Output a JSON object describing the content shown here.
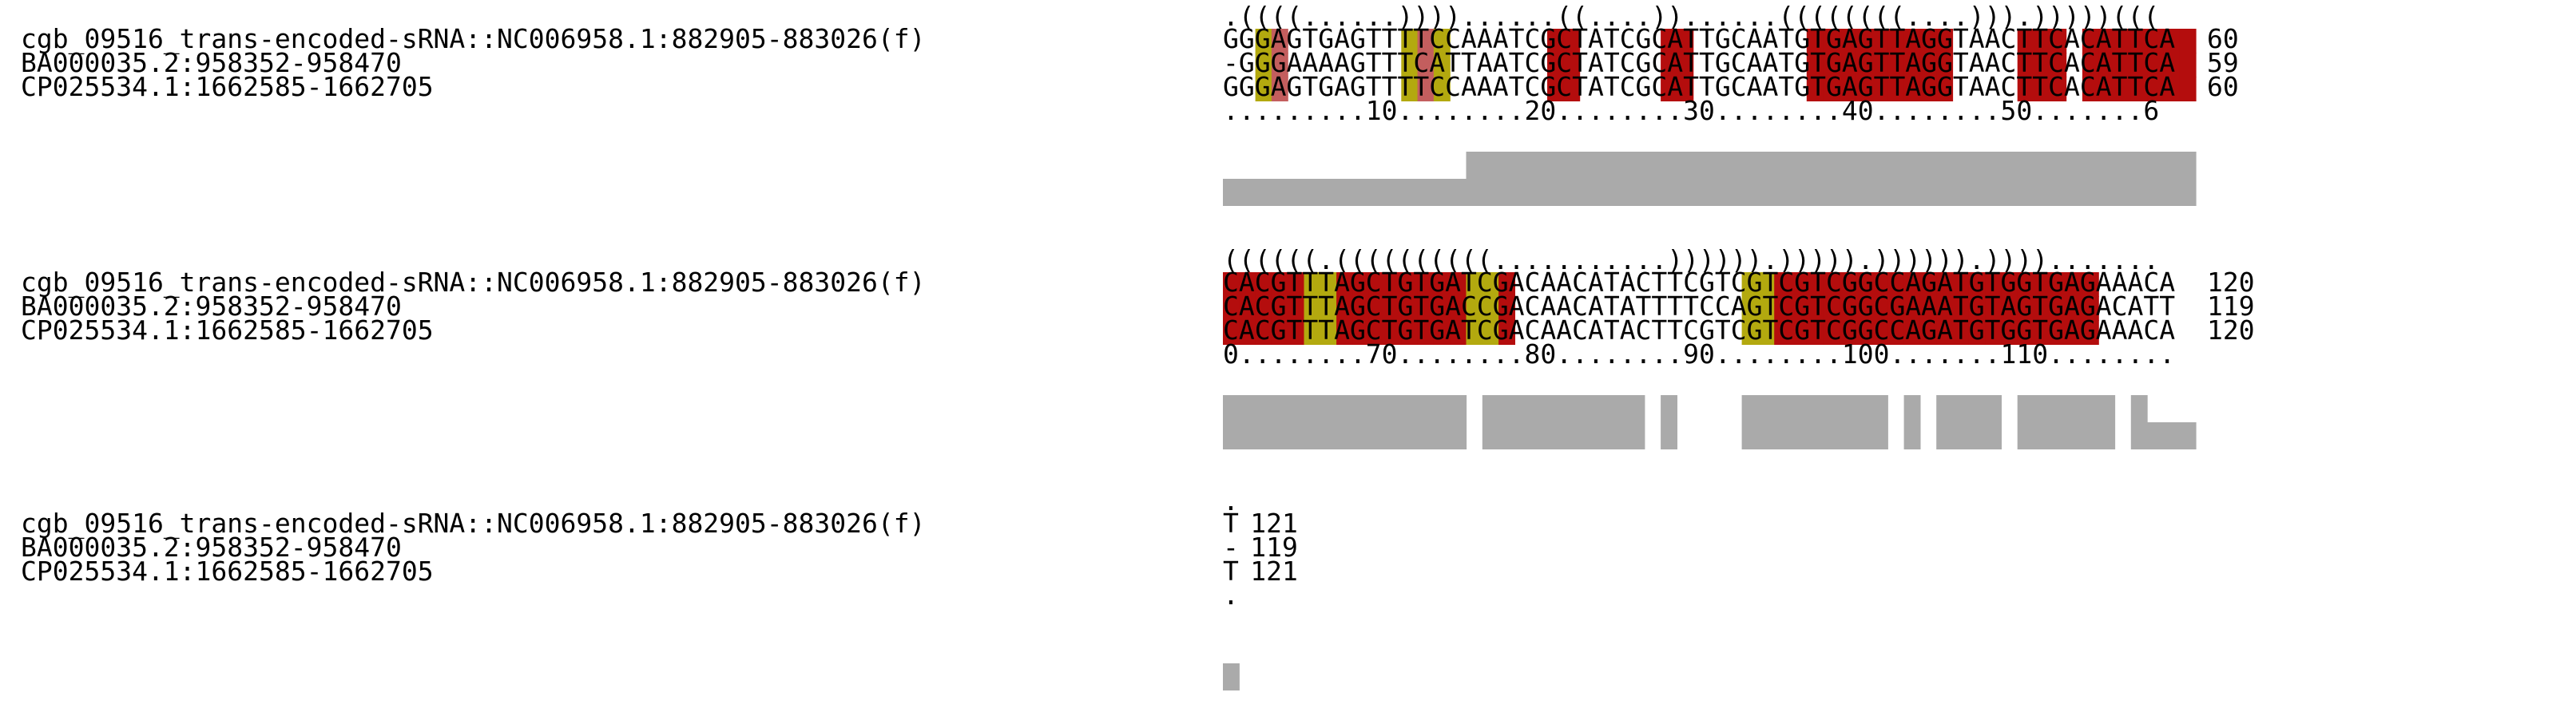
{
  "colors": {
    "paired_dark": "#b40d0d",
    "paired_mid": "#c35e5e",
    "paired_light": "#f0d0d0",
    "compat_dark": "#b3a90f",
    "compat_light": "#e1e8c8",
    "bar": "#aaaaaa",
    "text": "#000000"
  },
  "rows": {
    "names": [
      "cgb_09516_trans-encoded-sRNA::NC006958.1:882905-883026(f)",
      "BA000035.2:958352-958470",
      "CP025534.1:1662585-1662705"
    ]
  },
  "blocks": [
    {
      "structure": ".((((......))))......((....))......((((((((....))).)))))(((",
      "seqs": [
        "GGGAGTGAGTTTTCCAAATCGCTATCGCATTGCAATGTGAGTTAGGTAACTTCACATTCA",
        "-GGGAAAAGTTTCATTAATCGCTATCGCATTGCAATGTGAGTTAGGTAACTTCACATTCA",
        "GGGAGTGAGTTTTCCAAATCGCTATCGCATTGCAATGTGAGTTAGGTAACTTCACATTCA"
      ],
      "counts": [
        "60",
        "59",
        "60"
      ],
      "ruler": ".........10........20........30........40........50.......6",
      "colors": [
        "..lm.......cml......RR.....RR.......RRRRRRRRR....RRR.RRRRRRR",
        "..lm.......cml......RR.....RR.......RRRRRRRRR....RRR.RRRRRRR",
        "..lm.......cml......RR.....RR.......RRRRRRRRR....RRR.RRRRRRR"
      ],
      "conservation": [
        0.5,
        0.5,
        0.5,
        0.5,
        0.5,
        0.5,
        0.5,
        0.5,
        0.5,
        0.5,
        0.5,
        0.5,
        0.5,
        0.5,
        0.5,
        1,
        1,
        1,
        1,
        1,
        1,
        1,
        1,
        1,
        1,
        1,
        1,
        1,
        1,
        1,
        1,
        1,
        1,
        1,
        1,
        1,
        1,
        1,
        1,
        1,
        1,
        1,
        1,
        1,
        1,
        1,
        1,
        1,
        1,
        1,
        1,
        1,
        1,
        1,
        1,
        1,
        1,
        1,
        1,
        1
      ]
    },
    {
      "structure": "((((((.((((((((((...........)))))).))))).)))))).)))).......",
      "seqs": [
        "CACGTTTAGCTGTGATCGACAACATACTTCGTCGTCGTCGGCCAGATGTGGTGAGAAACA",
        "CACGTTTAGCTGTGACCGACAACATATTTTCCAGTCGTCGGCGAAATGTAGTGAGACATT",
        "CACGTTTAGCTGTGATCGACAACATACTTCGTCGTCGTCGGCCAGATGTGGTGAGAAACA"
      ],
      "counts": [
        "120",
        "119",
        "120"
      ],
      "ruler": "0........70........80........90........100.......110........",
      "colors": [
        "RRRRRCCRRRRRRRRCCR..............CCRRRRRRRRRRRRRRRRRRRR......",
        "RRRRRCCRRRRRRRRCCR..............CCRRRRRRRRRRRRRRRRRRRR......",
        "RRRRRCCRRRRRRRRCCR..............CCRRRRRRRRRRRRRRRRRRRR......"
      ],
      "conservation": [
        1,
        1,
        1,
        1,
        1,
        1,
        1,
        1,
        1,
        1,
        1,
        1,
        1,
        1,
        1,
        0,
        1,
        1,
        1,
        1,
        1,
        1,
        1,
        1,
        1,
        1,
        0,
        1,
        0,
        0,
        0,
        0,
        1,
        1,
        1,
        1,
        1,
        1,
        1,
        1,
        1,
        0,
        1,
        0,
        1,
        1,
        1,
        1,
        0,
        1,
        1,
        1,
        1,
        1,
        1,
        0,
        1,
        0.5,
        0.5,
        0.5
      ]
    },
    {
      "structure": ".",
      "seqs": [
        "T",
        "-",
        "T"
      ],
      "counts": [
        "121",
        "119",
        "121"
      ],
      "ruler": ".",
      "colors": [
        ".",
        ".",
        "."
      ],
      "conservation": [
        0.5
      ]
    }
  ]
}
